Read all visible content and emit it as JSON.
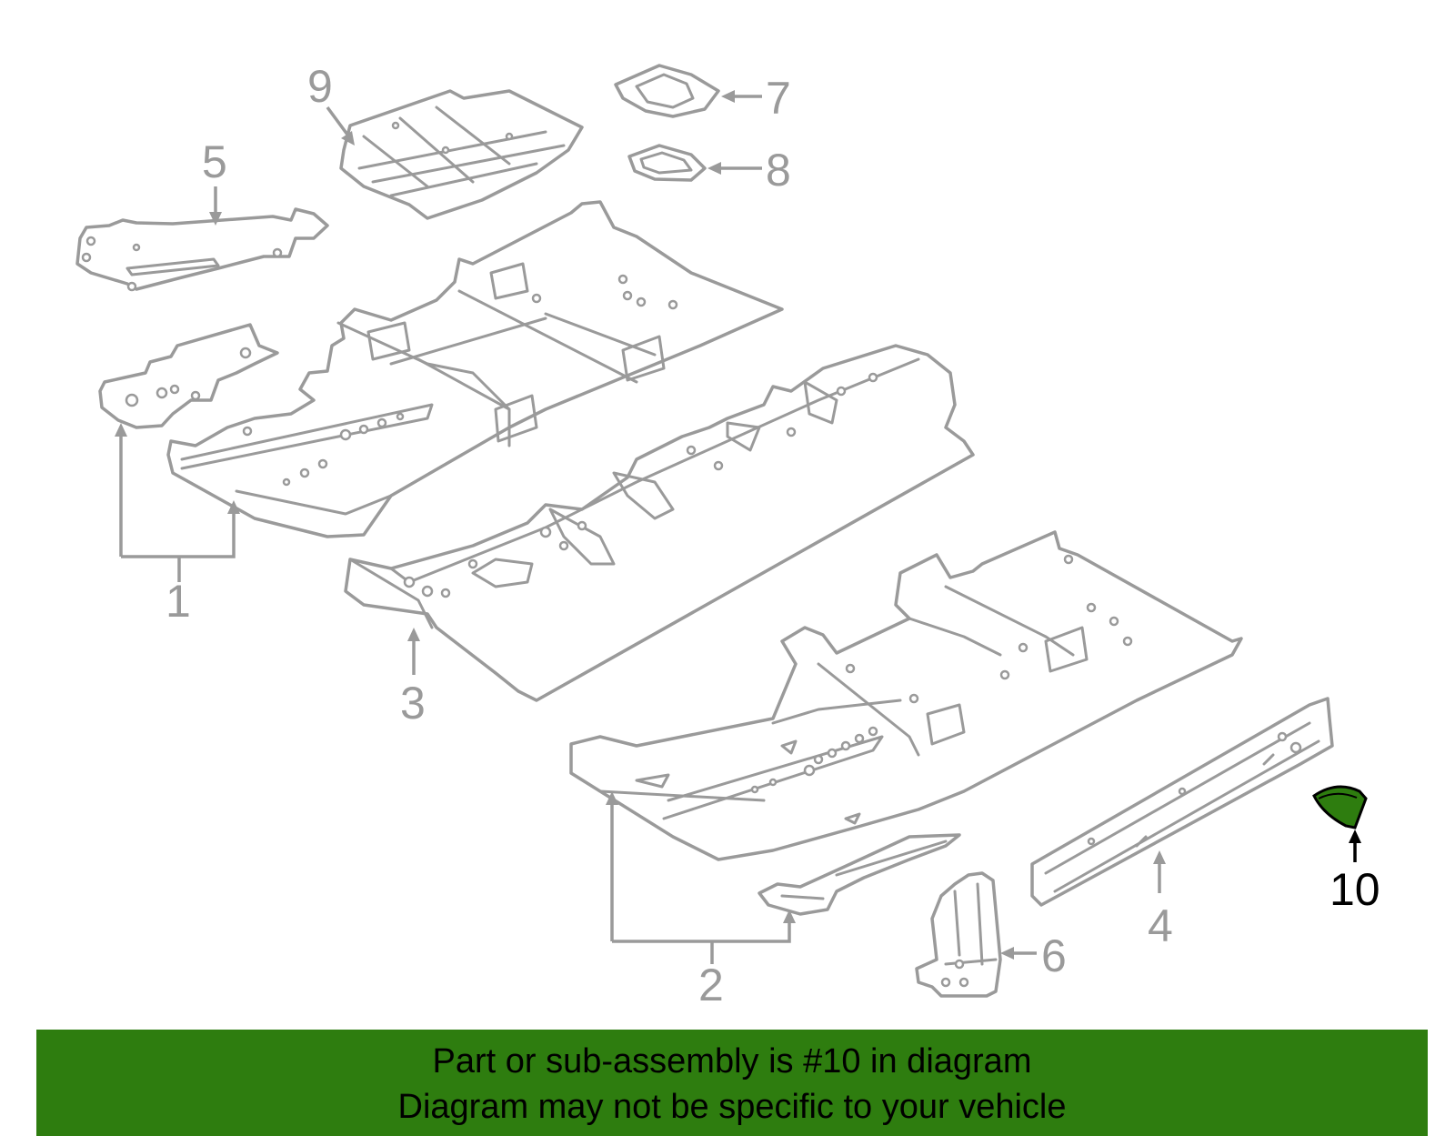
{
  "diagram": {
    "callouts": [
      "1",
      "2",
      "3",
      "4",
      "5",
      "6",
      "7",
      "8",
      "9",
      "10"
    ],
    "highlighted_callout": "10",
    "highlight_color": "#2e7d0f",
    "line_color": "#9a9a9a"
  },
  "banner": {
    "line1": "Part or sub-assembly is #10 in diagram",
    "line2": "Diagram may not be specific to your vehicle",
    "background": "#2e7d0f"
  }
}
